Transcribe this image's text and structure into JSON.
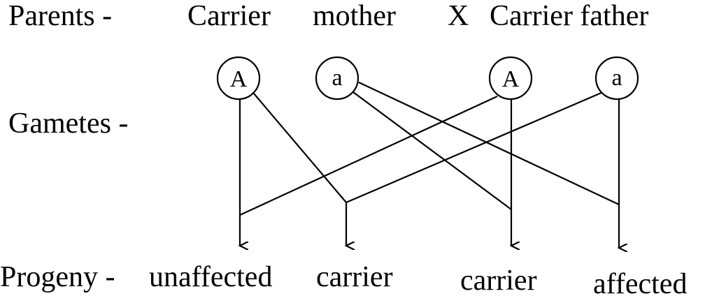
{
  "labels": {
    "parents": "Parents -",
    "gametes": "Gametes -",
    "progeny": "Progeny -"
  },
  "parents": {
    "mother_1": "Carrier",
    "mother_2": "mother",
    "cross": "X",
    "father": "Carrier father"
  },
  "gametes": [
    "A",
    "a",
    "A",
    "a"
  ],
  "progeny": [
    "unaffected",
    "carrier",
    "carrier",
    "affected"
  ]
}
